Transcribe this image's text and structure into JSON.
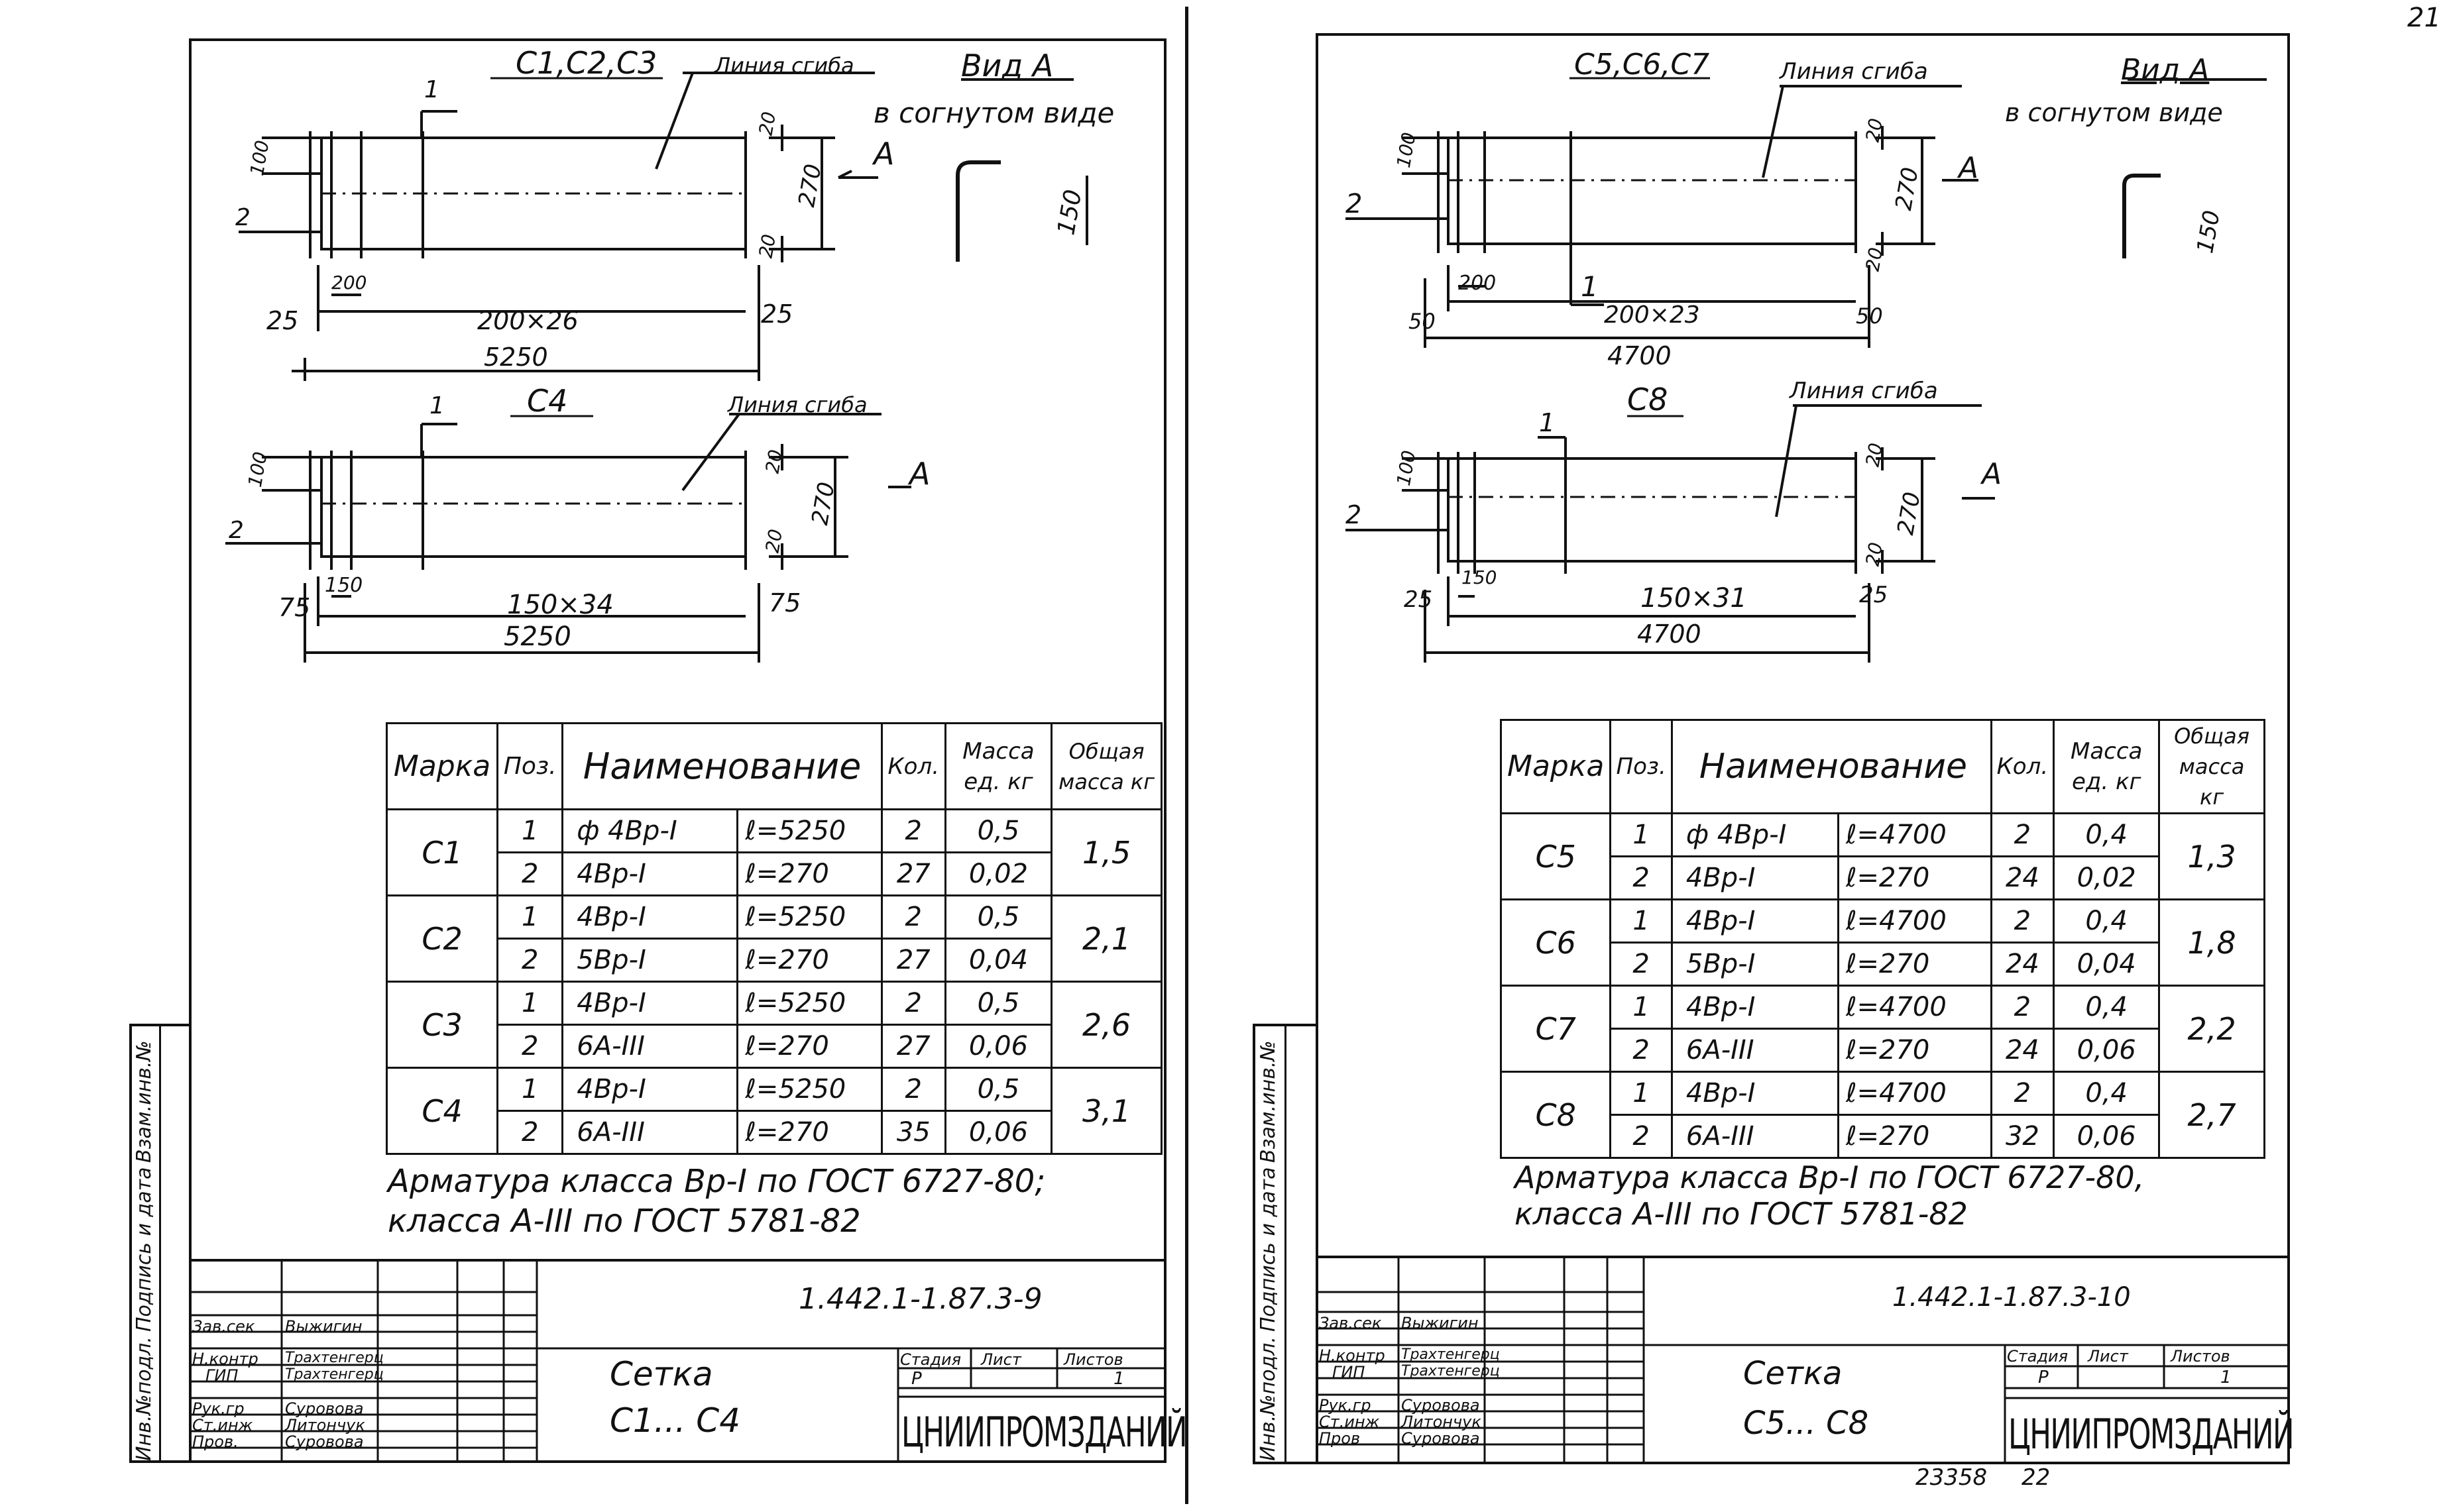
{
  "page_number": "21",
  "left": {
    "top_view": {
      "title": "С1,С2,С3",
      "bend_line": "Линия сгиба",
      "view_label": "Вид А",
      "bent_note": "в согнутом виде",
      "arrow_letter": "А",
      "dims": {
        "d100": "100",
        "d20a": "20",
        "d20b": "20",
        "d270": "270",
        "d150": "150",
        "d200": "200",
        "d25a": "25",
        "d25b": "25",
        "spacing": "200×26",
        "length": "5250"
      },
      "pos1": "1",
      "pos2": "2"
    },
    "bottom_view": {
      "title": "С4",
      "bend_line": "Линия сгиба",
      "arrow_letter": "А",
      "dims": {
        "d100": "100",
        "d20a": "20",
        "d20b": "20",
        "d270": "270",
        "d150": "150",
        "d75a": "75",
        "d75b": "75",
        "spacing": "150×34",
        "length": "5250"
      },
      "pos1": "1",
      "pos2": "2"
    },
    "table": {
      "headers": [
        "Марка",
        "Поз.",
        "Наименование",
        "Кол.",
        "Масса ед. кг",
        "Общая масса кг"
      ],
      "groups": [
        {
          "mark": "С1",
          "total": "1,5",
          "rows": [
            {
              "pos": "1",
              "name": "ф 4Вр-I",
              "len": "ℓ=5250",
              "qty": "2",
              "mass": "0,5"
            },
            {
              "pos": "2",
              "name": "4Вр-I",
              "len": "ℓ=270",
              "qty": "27",
              "mass": "0,02"
            }
          ]
        },
        {
          "mark": "С2",
          "total": "2,1",
          "rows": [
            {
              "pos": "1",
              "name": "4Вр-I",
              "len": "ℓ=5250",
              "qty": "2",
              "mass": "0,5"
            },
            {
              "pos": "2",
              "name": "5Вр-I",
              "len": "ℓ=270",
              "qty": "27",
              "mass": "0,04"
            }
          ]
        },
        {
          "mark": "С3",
          "total": "2,6",
          "rows": [
            {
              "pos": "1",
              "name": "4Вр-I",
              "len": "ℓ=5250",
              "qty": "2",
              "mass": "0,5"
            },
            {
              "pos": "2",
              "name": "6А-III",
              "len": "ℓ=270",
              "qty": "27",
              "mass": "0,06"
            }
          ]
        },
        {
          "mark": "С4",
          "total": "3,1",
          "rows": [
            {
              "pos": "1",
              "name": "4Вр-I",
              "len": "ℓ=5250",
              "qty": "2",
              "mass": "0,5"
            },
            {
              "pos": "2",
              "name": "6А-III",
              "len": "ℓ=270",
              "qty": "35",
              "mass": "0,06"
            }
          ]
        }
      ]
    },
    "note_line1": "Арматура класса Вр-I по ГОСТ 6727-80;",
    "note_line2": "класса А-III по ГОСТ 5781-82",
    "side_labels": [
      "Инв.№подл.",
      "Подпись и дата",
      "Взам.инв.№"
    ],
    "title_block": {
      "doc_code": "1.442.1-1.87.3-9",
      "roles": [
        "Зав.сек",
        "Н.контр",
        "ГИП",
        "Рук.гр",
        "Ст.инж",
        "Пров."
      ],
      "names": [
        "Выжигин",
        "Трахтенгерц",
        "Трахтенгерц",
        "Суровова",
        "Литончук",
        "Суровова"
      ],
      "title1": "Сетка",
      "title2": "С1... С4",
      "stage_h": "Стадия",
      "sheet_h": "Лист",
      "sheets_h": "Листов",
      "stage": "Р",
      "sheets": "1",
      "org": "ЦНИИПРОМЗДАНИЙ"
    }
  },
  "right": {
    "top_view": {
      "title": "С5,С6,С7",
      "bend_line": "Линия сгиба",
      "view_label": "Вид А",
      "bent_note": "в согнутом виде",
      "arrow_letter": "А",
      "dims": {
        "d100": "100",
        "d20a": "20",
        "d20b": "20",
        "d270": "270",
        "d150": "150",
        "d200": "200",
        "d50a": "50",
        "d50b": "50",
        "spacing": "200×23",
        "length": "4700"
      },
      "pos1": "1",
      "pos2": "2"
    },
    "bottom_view": {
      "title": "С8",
      "bend_line": "Линия сгиба",
      "arrow_letter": "А",
      "dims": {
        "d100": "100",
        "d20a": "20",
        "d20b": "20",
        "d270": "270",
        "d150": "150",
        "d25a": "25",
        "d25b": "25",
        "spacing": "150×31",
        "length": "4700"
      },
      "pos1": "1",
      "pos2": "2"
    },
    "table": {
      "headers": [
        "Марка",
        "Поз.",
        "Наименование",
        "Кол.",
        "Масса ед. кг",
        "Общая масса кг"
      ],
      "groups": [
        {
          "mark": "С5",
          "total": "1,3",
          "rows": [
            {
              "pos": "1",
              "name": "ф 4Вр-I",
              "len": "ℓ=4700",
              "qty": "2",
              "mass": "0,4"
            },
            {
              "pos": "2",
              "name": "4Вр-I",
              "len": "ℓ=270",
              "qty": "24",
              "mass": "0,02"
            }
          ]
        },
        {
          "mark": "С6",
          "total": "1,8",
          "rows": [
            {
              "pos": "1",
              "name": "4Вр-I",
              "len": "ℓ=4700",
              "qty": "2",
              "mass": "0,4"
            },
            {
              "pos": "2",
              "name": "5Вр-I",
              "len": "ℓ=270",
              "qty": "24",
              "mass": "0,04"
            }
          ]
        },
        {
          "mark": "С7",
          "total": "2,2",
          "rows": [
            {
              "pos": "1",
              "name": "4Вр-I",
              "len": "ℓ=4700",
              "qty": "2",
              "mass": "0,4"
            },
            {
              "pos": "2",
              "name": "6А-III",
              "len": "ℓ=270",
              "qty": "24",
              "mass": "0,06"
            }
          ]
        },
        {
          "mark": "С8",
          "total": "2,7",
          "rows": [
            {
              "pos": "1",
              "name": "4Вр-I",
              "len": "ℓ=4700",
              "qty": "2",
              "mass": "0,4"
            },
            {
              "pos": "2",
              "name": "6А-III",
              "len": "ℓ=270",
              "qty": "32",
              "mass": "0,06"
            }
          ]
        }
      ]
    },
    "note_line1": "Арматура класса Вр-I по ГОСТ 6727-80,",
    "note_line2": "класса А-III по ГОСТ 5781-82",
    "side_labels": [
      "Инв.№подл.",
      "Подпись и дата",
      "Взам.инв.№"
    ],
    "title_block": {
      "doc_code": "1.442.1-1.87.3-10",
      "roles": [
        "Зав.сек",
        "Н.контр",
        "ГИП",
        "Рук.гр",
        "Ст.инж",
        "Пров"
      ],
      "names": [
        "Выжигин",
        "Трахтенгерц",
        "Трахтенгерц",
        "Суровова",
        "Литончук",
        "Суровова"
      ],
      "title1": "Сетка",
      "title2": "С5... С8",
      "stage_h": "Стадия",
      "sheet_h": "Лист",
      "sheets_h": "Листов",
      "stage": "Р",
      "sheets": "1",
      "org": "ЦНИИПРОМЗДАНИЙ"
    },
    "footer_stamp": "23358",
    "footer_page": "22"
  }
}
